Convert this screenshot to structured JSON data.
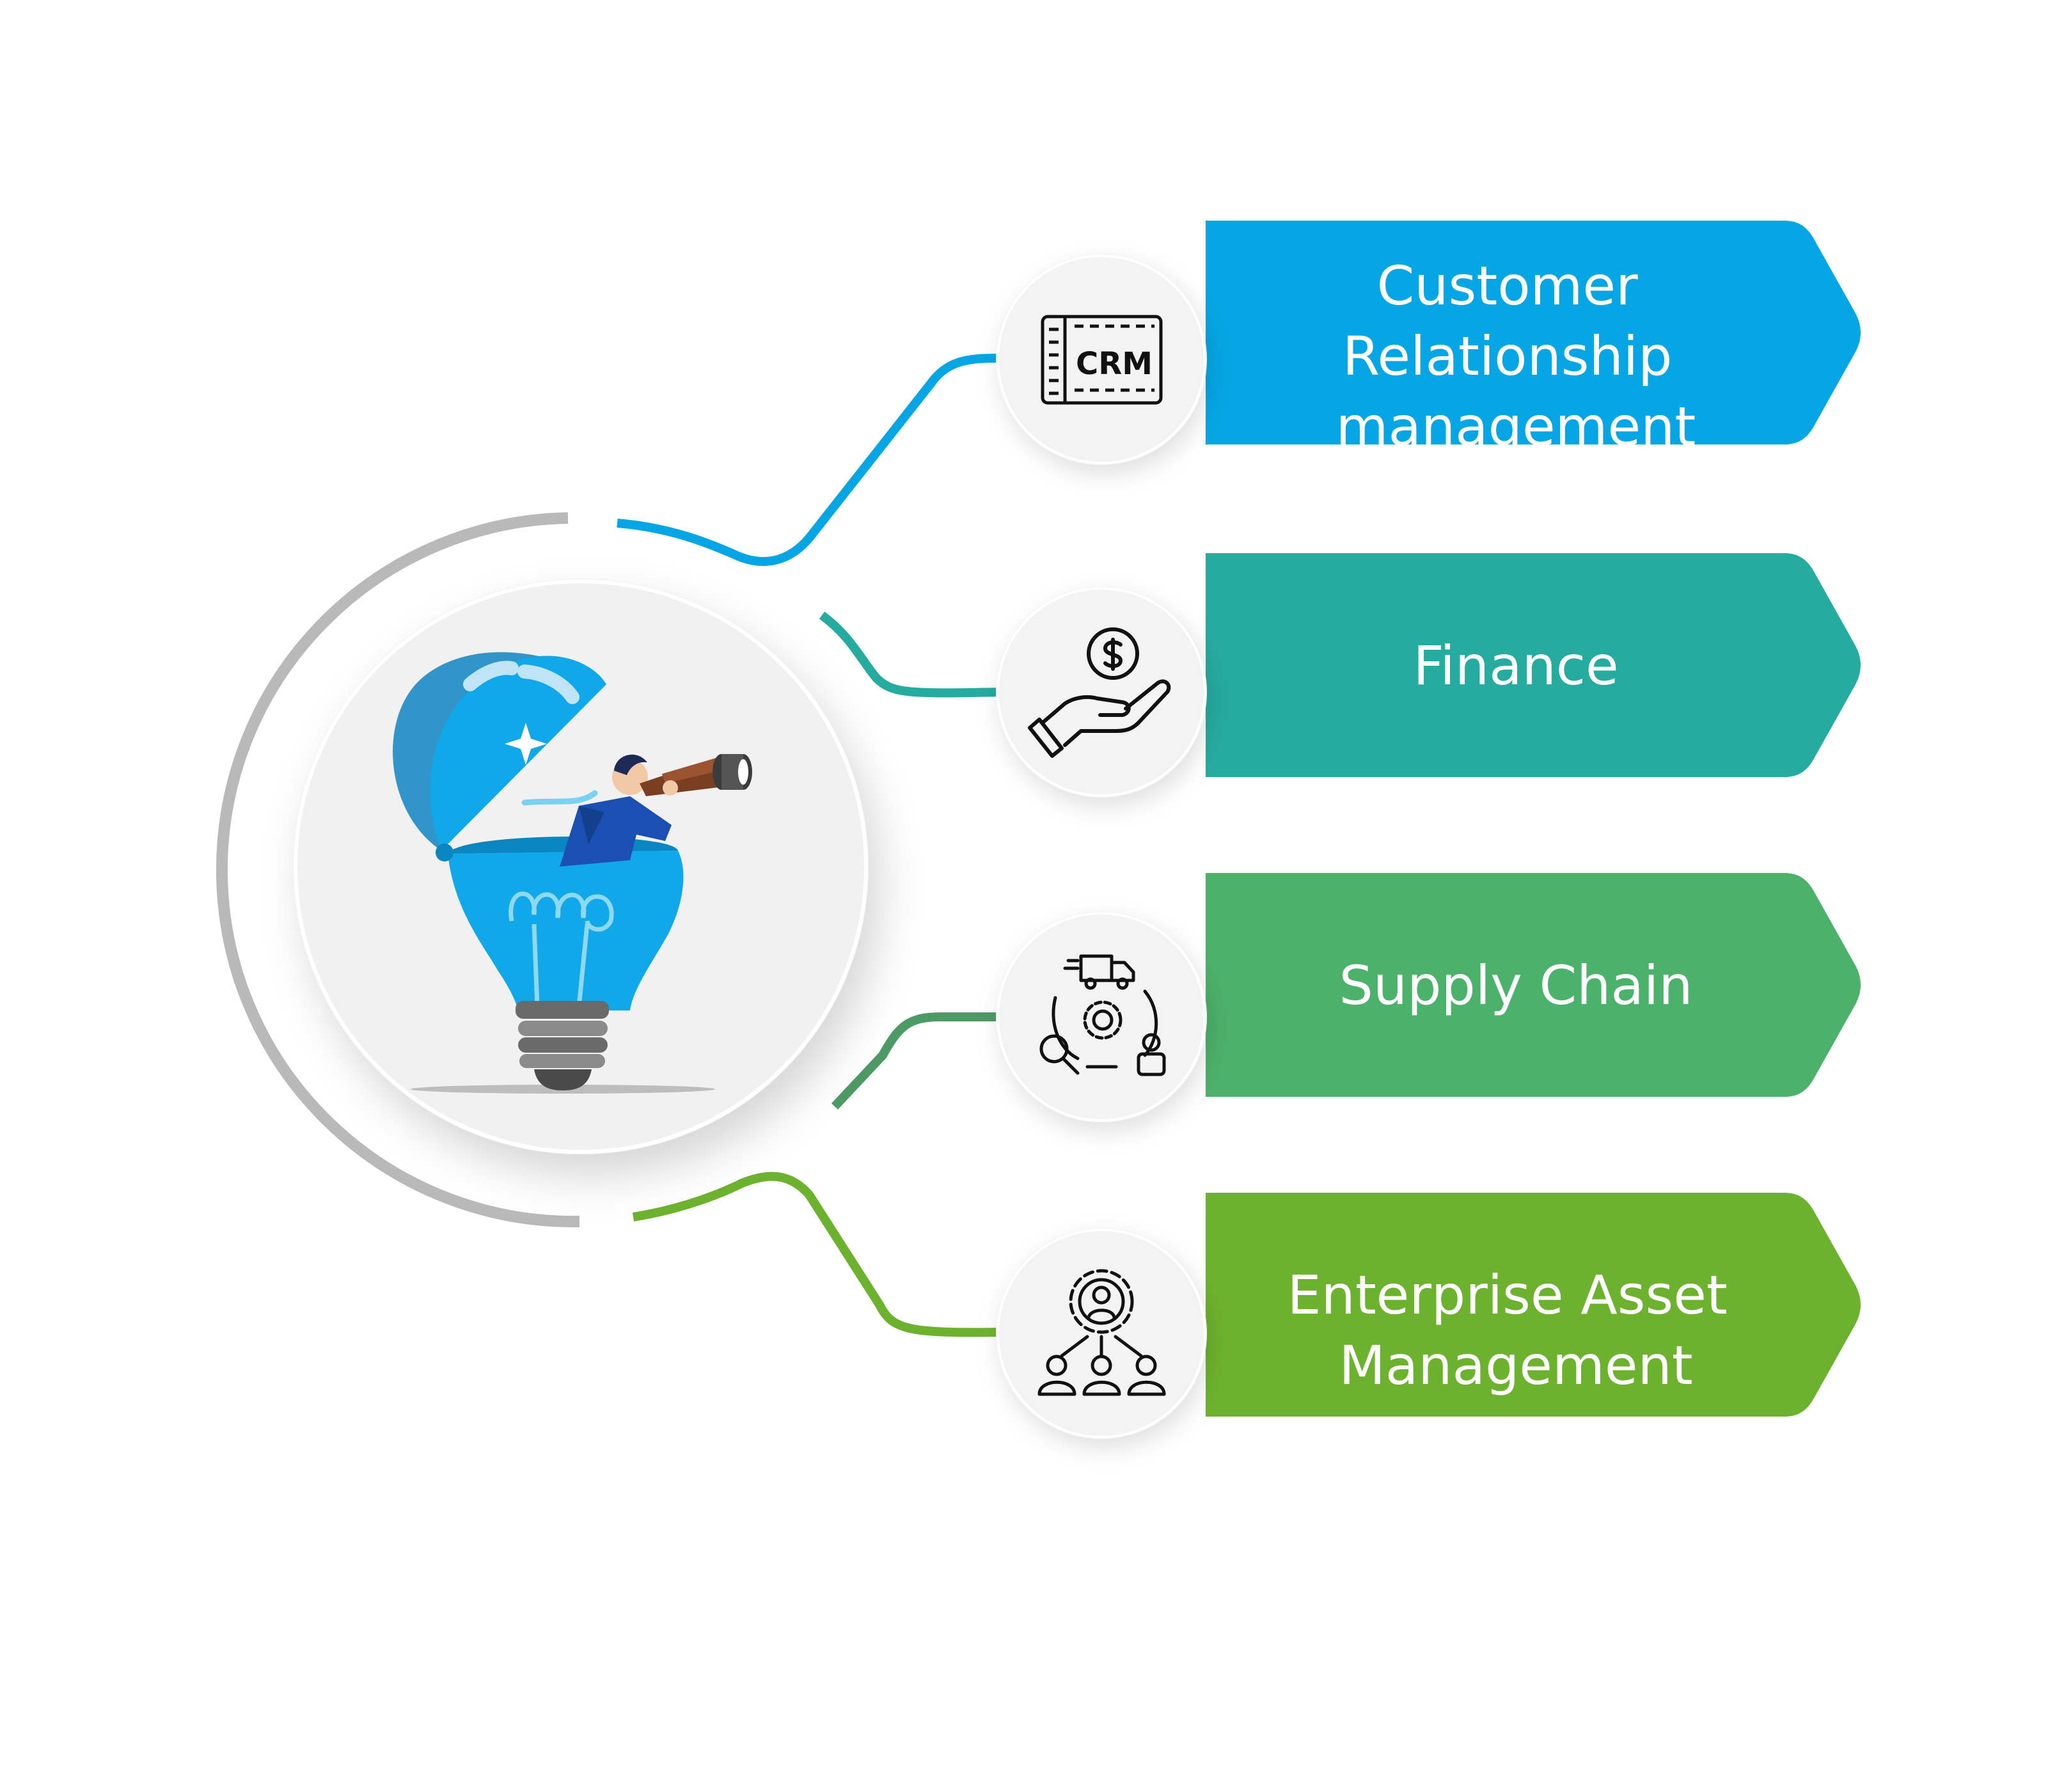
{
  "colors": {
    "crm": "#05a6e3",
    "finance": "#26ab9f",
    "supply": "#4cb16a",
    "asset": "#6db22e",
    "arc": "#b9b9b9",
    "hub": "#f1f1f1"
  },
  "items": [
    {
      "label_lines": [
        "Customer",
        "Relationship",
        "management"
      ],
      "icon": "crm-icon",
      "icon_text": "CRM"
    },
    {
      "label_lines": [
        "Finance"
      ],
      "icon": "hand-coin-icon"
    },
    {
      "label_lines": [
        "Supply Chain"
      ],
      "icon": "supply-chain-icon"
    },
    {
      "label_lines": [
        "Enterprise Asset",
        "Management"
      ],
      "icon": "asset-management-icon"
    }
  ],
  "hub": {
    "illustration": "lightbulb-telescope-icon"
  }
}
